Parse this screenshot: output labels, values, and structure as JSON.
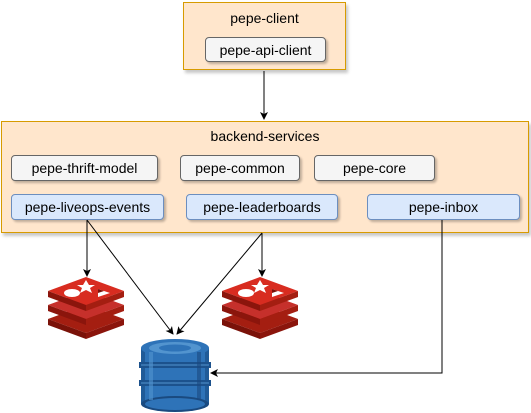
{
  "client": {
    "title": "pepe-client",
    "api_client": "pepe-api-client"
  },
  "backend": {
    "title": "backend-services",
    "modules": [
      "pepe-thrift-model",
      "pepe-common",
      "pepe-core"
    ],
    "services": [
      "pepe-liveops-events",
      "pepe-leaderboards",
      "pepe-inbox"
    ]
  },
  "icons": {
    "cache_left": "redis-icon",
    "cache_right": "redis-icon",
    "database": "dynamodb-icon"
  },
  "colors": {
    "group_fill": "#ffe6cc",
    "group_stroke": "#d79b00",
    "module_fill": "#f5f5f5",
    "service_fill": "#dae8fc",
    "redis_red": "#c9302c",
    "dynamodb_blue": "#2e6cb5"
  }
}
